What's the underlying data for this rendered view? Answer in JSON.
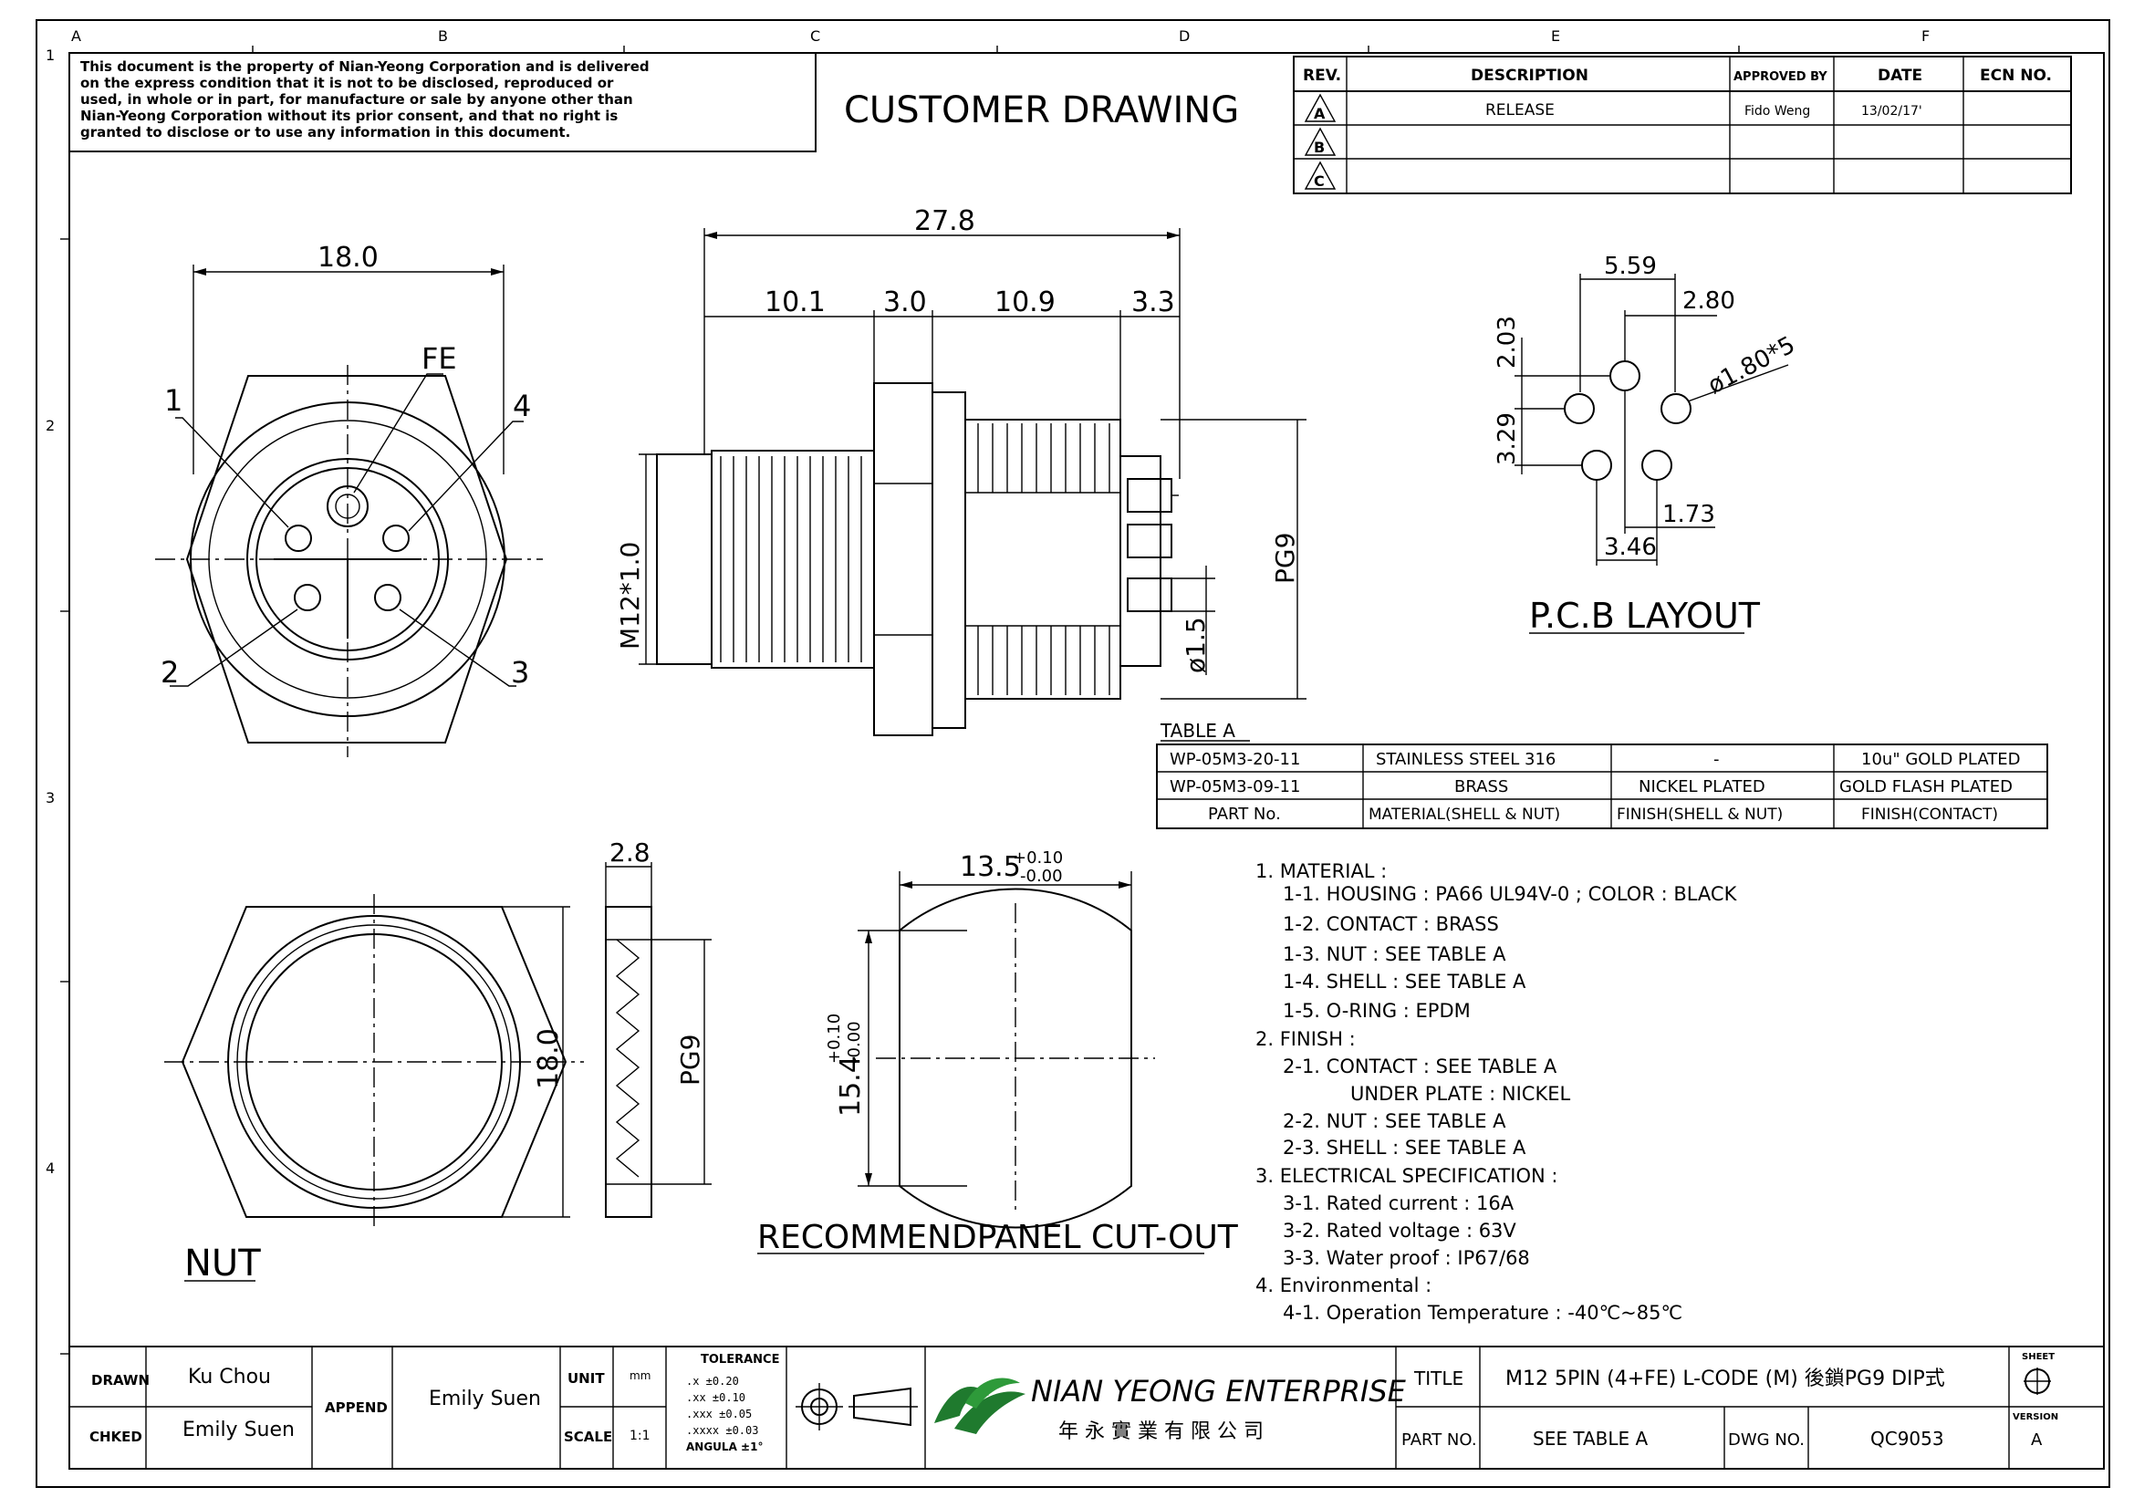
{
  "notice": [
    "This document is the property of Nian-Yeong Corporation and is delivered",
    "on  the  express condition that it is not to be disclosed, reproduced or",
    "used, in whole or in part, for manufacture or sale by anyone other than",
    "Nian-Yeong Corporation without  its prior consent, and that  no right  is",
    "granted to disclose or to use any information in this  document."
  ],
  "drawing_title": "CUSTOMER  DRAWING",
  "grid": {
    "columns": [
      "A",
      "B",
      "C",
      "D",
      "E",
      "F"
    ],
    "rows": [
      "1",
      "2",
      "3",
      "4"
    ]
  },
  "revision_table": {
    "headers": [
      "REV.",
      "DESCRIPTION",
      "APPROVED BY",
      "DATE",
      "ECN NO."
    ],
    "rows": [
      {
        "rev": "A",
        "description": "RELEASE",
        "approved": "Fido Weng",
        "date": "13/02/17'",
        "ecn": ""
      },
      {
        "rev": "B",
        "description": "",
        "approved": "",
        "date": "",
        "ecn": ""
      },
      {
        "rev": "C",
        "description": "",
        "approved": "",
        "date": "",
        "ecn": ""
      }
    ]
  },
  "front_view": {
    "width_dim": "18.0",
    "pin_labels": [
      "1",
      "2",
      "3",
      "4",
      "FE"
    ]
  },
  "side_view": {
    "overall": "27.8",
    "segments": [
      "10.1",
      "3.0",
      "10.9",
      "3.3"
    ],
    "thread_label": "M12*1.0",
    "pg_label": "PG9",
    "pin_dia": "ø1.5"
  },
  "pcb_layout": {
    "title": "P.C.B  LAYOUT",
    "dims": [
      "5.59",
      "2.80",
      "2.03",
      "3.29",
      "ø1.80*5",
      "1.73",
      "3.46"
    ]
  },
  "table_a": {
    "title": "TABLE  A",
    "rows": [
      [
        "WP-05M3-20-11",
        "STAINLESS  STEEL  316",
        "-",
        "10u\"  GOLD  PLATED"
      ],
      [
        "WP-05M3-09-11",
        "BRASS",
        "NICKEL  PLATED",
        "GOLD  FLASH  PLATED"
      ],
      [
        "PART  No.",
        "MATERIAL(SHELL  &  NUT)",
        "FINISH(SHELL  &  NUT)",
        "FINISH(CONTACT)"
      ]
    ]
  },
  "nut_view": {
    "label": "NUT",
    "height_dim": "18.0",
    "thickness_dim": "2.8",
    "pg_label": "PG9"
  },
  "cutout": {
    "label": "RECOMMENDPANEL  CUT-OUT",
    "width_dim": "13.5",
    "width_tol": [
      "+0.10",
      "-0.00"
    ],
    "height_dim": "15.4",
    "height_tol": [
      "+0.10",
      "-0.00"
    ]
  },
  "spec_notes": [
    "1.  MATERIAL  :",
    "1-1.  HOUSING  :  PA66  UL94V-0  ;  COLOR  :  BLACK",
    "1-2.  CONTACT  :  BRASS",
    "1-3.  NUT  :  SEE  TABLE  A",
    "1-4.  SHELL  :  SEE  TABLE  A",
    "1-5.  O-RING  :  EPDM",
    "2.  FINISH  :",
    "2-1.  CONTACT  :  SEE  TABLE  A",
    "UNDER  PLATE  :  NICKEL",
    "2-2.  NUT  :  SEE  TABLE  A",
    "2-3.  SHELL  :  SEE  TABLE  A",
    "3.  ELECTRICAL  SPECIFICATION  :",
    "3-1.  Rated  current  :  16A",
    "3-2.  Rated  voltage  :  63V",
    "3-3.  Water  proof  :  IP67/68",
    "4.  Environmental  :",
    "4-1.  Operation  Temperature  :  -40℃~85℃"
  ],
  "title_block": {
    "drawn_label": "DRAWN",
    "drawn": "Ku Chou",
    "checked_label": "CHKED",
    "checked": "Emily Suen",
    "append_label": "APPEND",
    "append": "Emily Suen",
    "unit_label": "UNIT",
    "unit": "mm",
    "scale_label": "SCALE",
    "scale": "1:1",
    "tolerance_title": "TOLERANCE",
    "tolerances": [
      ".x      ±0.20",
      ".xx     ±0.10",
      ".xxx    ±0.05",
      ".xxxx   ±0.03",
      "ANGULA  ±1°"
    ],
    "company": "NIAN YEONG ENTERPRISE",
    "company_cn": "年 永 實 業 有 限 公 司",
    "title_label": "TITLE",
    "title": "M12  5PIN  (4+FE)  L-CODE  (M)  後鎖PG9  DIP式",
    "part_label": "PART NO.",
    "part": "SEE  TABLE  A",
    "dwg_label": "DWG NO.",
    "dwg": "QC9053",
    "sheet_label": "SHEET",
    "version_label": "VERSION",
    "version": "A"
  }
}
